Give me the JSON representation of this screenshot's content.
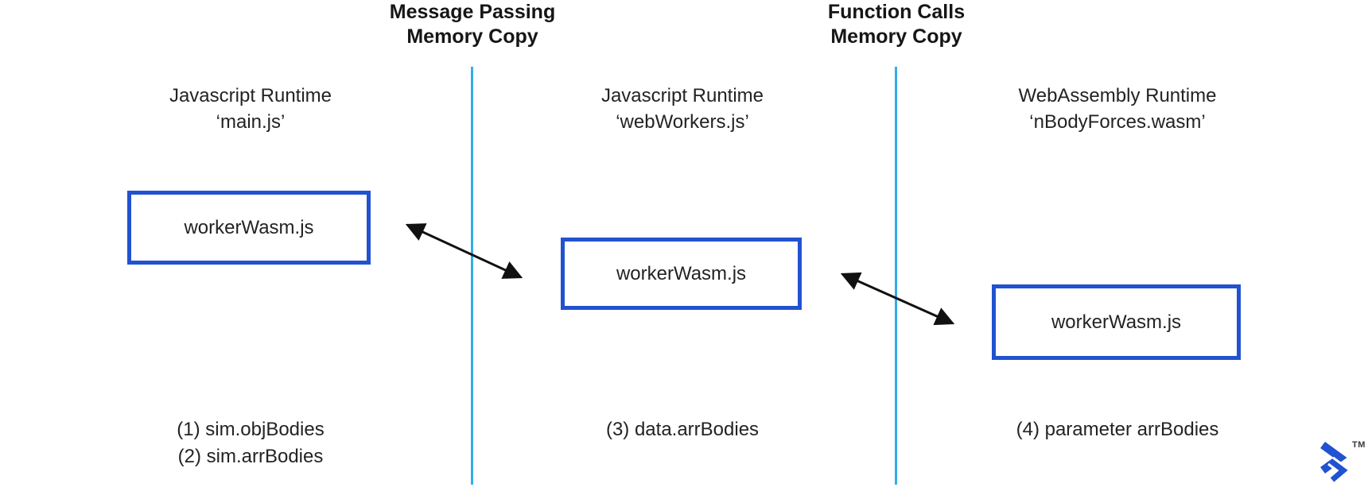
{
  "diagram": {
    "boundaries": [
      {
        "title_line1": "Message Passing",
        "title_line2": "Memory Copy"
      },
      {
        "title_line1": "Function Calls",
        "title_line2": "Memory Copy"
      }
    ],
    "columns": [
      {
        "runtime_line1": "Javascript Runtime",
        "runtime_line2": "‘main.js’",
        "box_label": "workerWasm.js",
        "notes": [
          "(1) sim.objBodies",
          "(2) sim.arrBodies"
        ]
      },
      {
        "runtime_line1": "Javascript Runtime",
        "runtime_line2": "‘webWorkers.js’",
        "box_label": "workerWasm.js",
        "notes": [
          "(3) data.arrBodies"
        ]
      },
      {
        "runtime_line1": "WebAssembly Runtime",
        "runtime_line2": "‘nBodyForces.wasm’",
        "box_label": "workerWasm.js",
        "notes": [
          "(4) parameter arrBodies"
        ]
      }
    ],
    "logo": {
      "trademark": "TM"
    },
    "colors": {
      "box_border": "#2152d0",
      "divider_line": "#33ade8",
      "arrow": "#111111",
      "text": "#232323",
      "logo_blue": "#2152d0"
    }
  }
}
